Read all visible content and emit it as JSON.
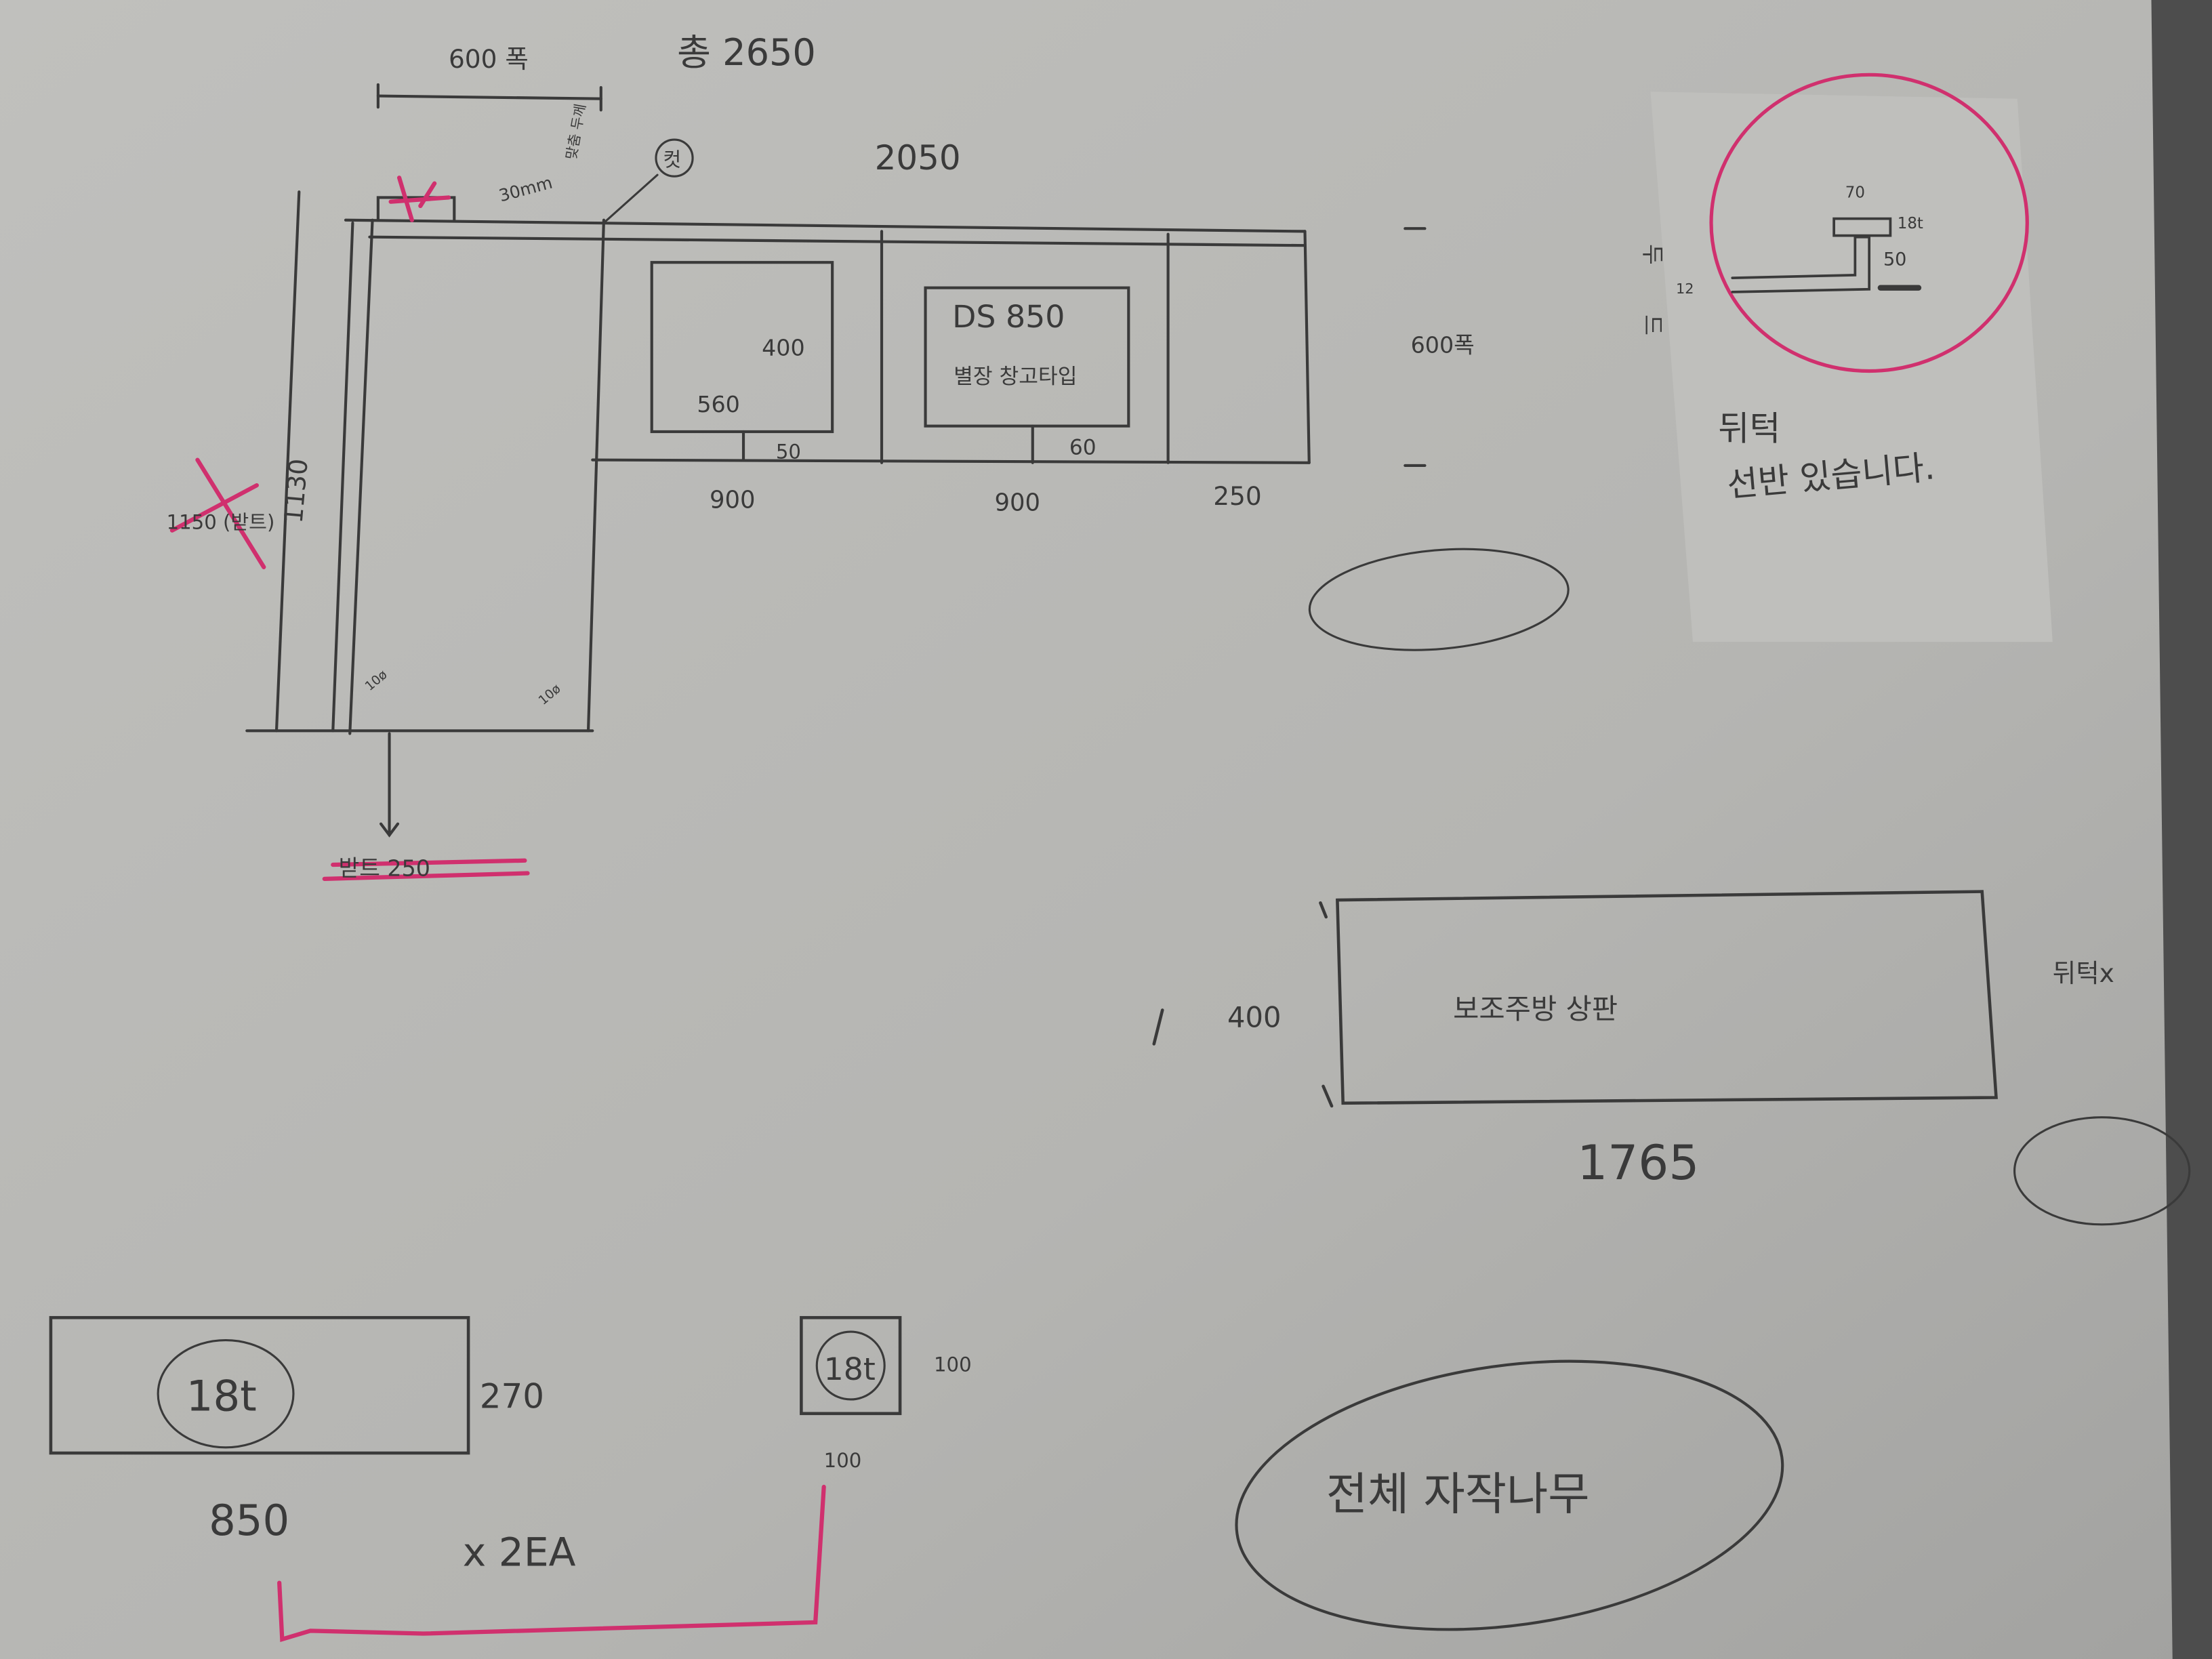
{
  "colors": {
    "paper": "#b9b9b6",
    "ink": "#3a3a3a",
    "marker": "#d0306e",
    "edge": "#4a4a4a"
  },
  "top": {
    "width_label": "600 폭",
    "total_label": "총 2650",
    "upper_length": "2050",
    "thickness_note": "맞춤 두께",
    "thickness_30": "30mm",
    "cut_label": "컷"
  },
  "main_unit": {
    "height_1130": "1130",
    "crossed_height": "1150 (받트)",
    "corner_left": "10ø",
    "corner_right": "10ø",
    "crossed_bottom": "받트 250",
    "box1": {
      "w": "560",
      "h": "400",
      "gap": "50"
    },
    "box2": {
      "model": "DS 850",
      "note": "별장 창고타입",
      "gap": "60"
    },
    "widths": [
      "900",
      "900",
      "250"
    ],
    "depth_label": "600폭"
  },
  "detail": {
    "top_width": "70",
    "thickness": "18t",
    "height": "50",
    "side_label": "12",
    "vertical_text": [
      "두",
      "드"
    ],
    "note_line1": "뒤턱",
    "note_line2": "선반  있습니다."
  },
  "aux_top": {
    "label": "보조주방 상판",
    "height": "400",
    "width": "1765",
    "back_note": "뒤턱x"
  },
  "parts": {
    "panel": {
      "thickness": "18t",
      "height": "270",
      "width": "850"
    },
    "block": {
      "thickness": "18t",
      "height": "100",
      "width": "100"
    },
    "quantity": "x 2EA"
  },
  "material_note": "전체 자작나무"
}
